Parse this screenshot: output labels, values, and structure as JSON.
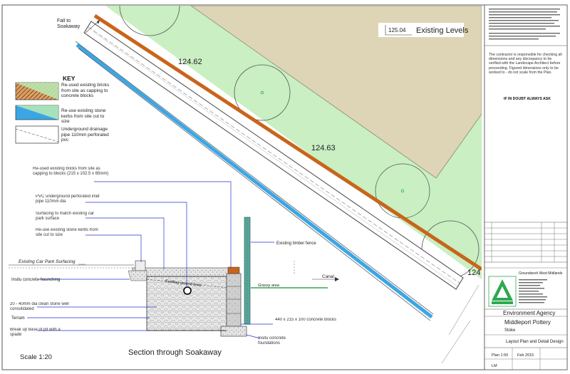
{
  "colors": {
    "grass": "#c9efc2",
    "path": "#ddd5b5",
    "brick": "#c8651b",
    "stone_kerb": "#3aa6e6",
    "pipe_blue": "#2233cc",
    "green_accent": "#2fa84f",
    "timber": "#5aa59a"
  },
  "plan": {
    "fall_label": "Fall to Soakaway",
    "level_marker": "125.04",
    "level_legend": "Existing Levels",
    "level_1": "124.62",
    "level_2": "124.63",
    "level_3": "124"
  },
  "key": {
    "title": "KEY",
    "item1": "Re-used existing bricks from site as capping to concrete blocks",
    "item2": "Re-use existing stone kerbs from site cut to size",
    "item3": "Underground drainage pipe 110mm perforated pvc"
  },
  "section": {
    "note_bricks": "Re-used existing bricks from site as capping to blocks (215 x 102.5 x 65mm)",
    "note_pvc": "PVC underground perforated inlet pipe 110mm dia",
    "note_surfacing": "Surfacing to match existing car park surface",
    "note_kerbs": "Re-use existing stone kerbs from site cut to size",
    "car_park": "Existing Car Park Surfacing",
    "haunching": "Insitu concrete haunching",
    "stone": "20 - 40mm dia clean stone well consolidated",
    "terram": "Terram",
    "breakup": "Break up base of pit with a spade",
    "ground_level": "Existing ground level",
    "timber_fence": "Existing timber fence",
    "canal": "Canal",
    "grassy": "Grassy area",
    "concrete_blocks": "440 x 215 x 100 concrete blocks",
    "foundations": "Insitu concrete foundations",
    "scale": "Scale 1:20",
    "title": "Section through Soakaway"
  },
  "titleblock": {
    "notes": "The contractor is responsible for checking all dimensions and any discrepancy to be verified with the Landscape Architect before proceeding. Figured dimensions only to be worked to - do not scale from the Plan.",
    "notes_bold": "IF IN DOUBT ALWAYS ASK",
    "company": "Groundwork West Midlands",
    "client": "Environment Agency",
    "project": "Middleport Pottery",
    "location": "Stoke",
    "drawing_title": "Layout Plan and Detail Design",
    "scale": "Plan 1:50",
    "date": "Feb 2015",
    "drawn": "LM"
  }
}
